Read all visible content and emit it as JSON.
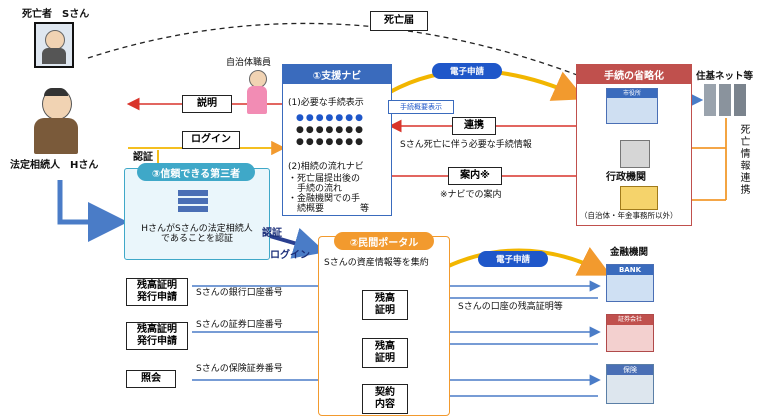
{
  "deceased": {
    "label": "死亡者　Sさん"
  },
  "heir": {
    "label": "法定相続人　Hさん"
  },
  "death_notice": {
    "label": "死亡届"
  },
  "staff": {
    "label": "自治体職員"
  },
  "buttons": {
    "explain": "説明",
    "login": "ログイン",
    "renkei": "連携",
    "annai": "案内※",
    "zandaka1": "残高\n証明",
    "zandaka2": "残高\n証明",
    "keiyaku": "契約\n内容"
  },
  "auth_label": "認証",
  "portal_auth": {
    "line1": "認証",
    "line2": "ログイン"
  },
  "third_party": {
    "title": "③信頼できる第三者",
    "desc": "HさんがSさんの法定相続人\nであることを認証"
  },
  "support_navi": {
    "title": "①支援ナビ",
    "item1": "(1)必要な手続表示",
    "tooltip": "手続概要表示",
    "item2": "(2)相続の流れナビ",
    "bullets": [
      "・死亡届提出後の",
      "　手続の流れ",
      "・金融機関での手",
      "　続概要　　　　等"
    ]
  },
  "e_application": "電子申請",
  "simplification": {
    "title": "手続の省略化",
    "city_hall_sign": "市役所",
    "admin_label": "行政機関",
    "admin_note": "（自治体・年金事務所以外）"
  },
  "jyuki_net": "住基ネット等",
  "death_info_vertical": "死亡情報連携",
  "captions": {
    "necessary_info": "Sさん死亡に伴う必要な手続情報",
    "navi_note": "※ナビでの案内"
  },
  "private_portal": {
    "title": "②民間ポータル",
    "desc": "Sさんの資産情報等を集約"
  },
  "financial": {
    "label": "金融機関",
    "bank_sign": "BANK",
    "sec_sign": "証券会社",
    "ins_sign": "保険"
  },
  "requests": [
    {
      "button": "残高証明\n発行申請",
      "caption": "Sさんの銀行口座番号"
    },
    {
      "button": "残高証明\n発行申請",
      "caption": "Sさんの証券口座番号"
    },
    {
      "button": "照会",
      "caption": "Sさんの保険証券番号"
    }
  ],
  "balance_cert_caption": "Sさんの口座の残高証明等",
  "colors": {
    "navy_panel": "#3a6bbd",
    "teal_panel": "#3fa8c8",
    "orange": "#f29a2e",
    "red": "#d9342b",
    "blue_pill": "#1f57c9",
    "dark_red_title": "#c0504d"
  }
}
